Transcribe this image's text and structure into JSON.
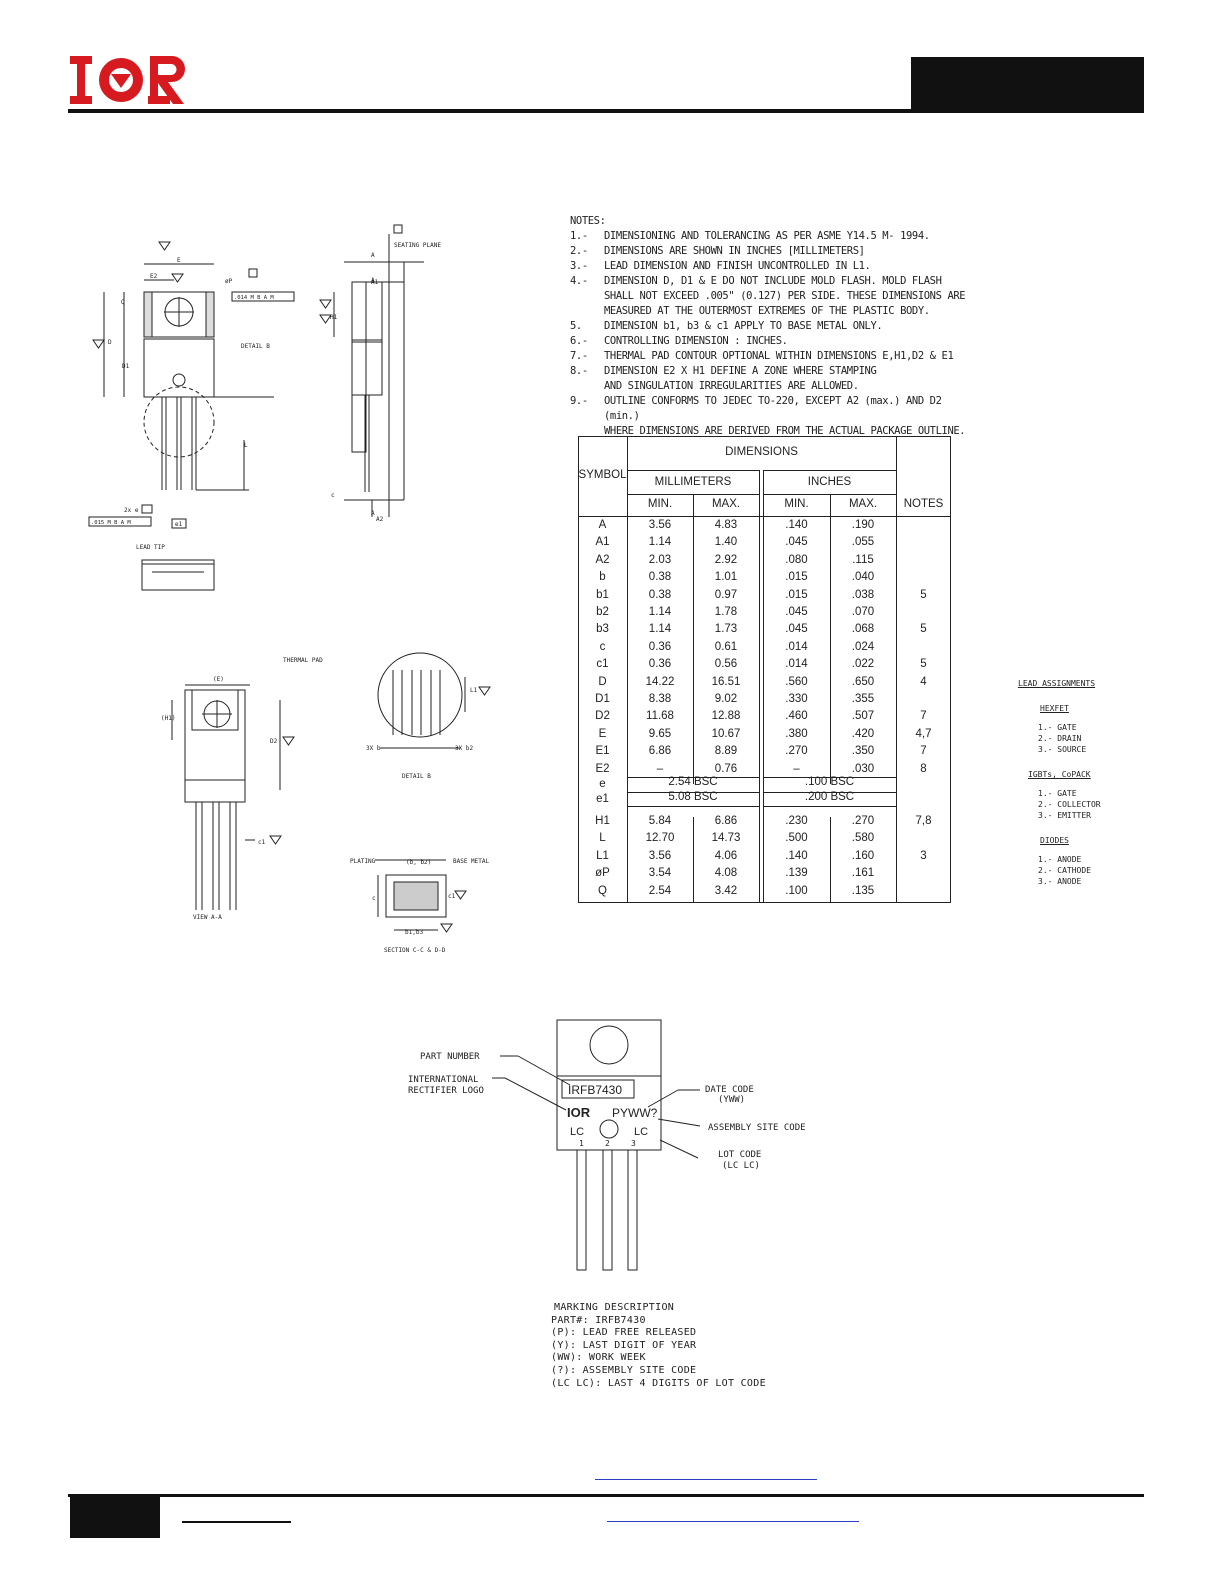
{
  "brand": {
    "logo_text": "IOR",
    "color": "#d71a1f"
  },
  "notes": {
    "title": "NOTES:",
    "items": [
      {
        "num": "1.-",
        "lines": [
          "DIMENSIONING AND TOLERANCING AS PER ASME Y14.5 M- 1994."
        ]
      },
      {
        "num": "2.-",
        "lines": [
          "DIMENSIONS ARE SHOWN IN INCHES [MILLIMETERS]"
        ]
      },
      {
        "num": "3.-",
        "lines": [
          "LEAD DIMENSION AND FINISH UNCONTROLLED IN L1."
        ]
      },
      {
        "num": "4.-",
        "lines": [
          "DIMENSION D, D1 & E DO NOT INCLUDE MOLD FLASH. MOLD FLASH",
          "SHALL NOT EXCEED .005\" (0.127) PER SIDE. THESE DIMENSIONS ARE",
          "MEASURED AT THE OUTERMOST EXTREMES OF THE PLASTIC BODY."
        ]
      },
      {
        "num": "5.",
        "lines": [
          "DIMENSION b1, b3 & c1 APPLY TO BASE METAL ONLY."
        ]
      },
      {
        "num": "6.-",
        "lines": [
          "CONTROLLING DIMENSION : INCHES."
        ]
      },
      {
        "num": "7.-",
        "lines": [
          "THERMAL PAD CONTOUR OPTIONAL WITHIN DIMENSIONS E,H1,D2 & E1"
        ]
      },
      {
        "num": "8.-",
        "lines": [
          "DIMENSION E2 X H1 DEFINE A ZONE WHERE STAMPING",
          "AND SINGULATION IRREGULARITIES ARE ALLOWED."
        ]
      },
      {
        "num": "9.-",
        "lines": [
          "OUTLINE CONFORMS TO JEDEC TO-220, EXCEPT A2 (max.) AND D2 (min.)",
          "WHERE DIMENSIONS ARE DERIVED FROM THE ACTUAL PACKAGE OUTLINE."
        ]
      }
    ]
  },
  "dim_table": {
    "headers": {
      "symbol": "SYMBOL",
      "dimensions": "DIMENSIONS",
      "mm": "MILLIMETERS",
      "inches": "INCHES",
      "min": "MIN.",
      "max": "MAX.",
      "notes": "NOTES"
    },
    "rows": [
      {
        "sym": "A",
        "mm_min": "3.56",
        "mm_max": "4.83",
        "in_min": ".140",
        "in_max": ".190",
        "note": ""
      },
      {
        "sym": "A1",
        "mm_min": "1.14",
        "mm_max": "1.40",
        "in_min": ".045",
        "in_max": ".055",
        "note": ""
      },
      {
        "sym": "A2",
        "mm_min": "2.03",
        "mm_max": "2.92",
        "in_min": ".080",
        "in_max": ".115",
        "note": ""
      },
      {
        "sym": "b",
        "mm_min": "0.38",
        "mm_max": "1.01",
        "in_min": ".015",
        "in_max": ".040",
        "note": ""
      },
      {
        "sym": "b1",
        "mm_min": "0.38",
        "mm_max": "0.97",
        "in_min": ".015",
        "in_max": ".038",
        "note": "5"
      },
      {
        "sym": "b2",
        "mm_min": "1.14",
        "mm_max": "1.78",
        "in_min": ".045",
        "in_max": ".070",
        "note": ""
      },
      {
        "sym": "b3",
        "mm_min": "1.14",
        "mm_max": "1.73",
        "in_min": ".045",
        "in_max": ".068",
        "note": "5"
      },
      {
        "sym": "c",
        "mm_min": "0.36",
        "mm_max": "0.61",
        "in_min": ".014",
        "in_max": ".024",
        "note": ""
      },
      {
        "sym": "c1",
        "mm_min": "0.36",
        "mm_max": "0.56",
        "in_min": ".014",
        "in_max": ".022",
        "note": "5"
      },
      {
        "sym": "D",
        "mm_min": "14.22",
        "mm_max": "16.51",
        "in_min": ".560",
        "in_max": ".650",
        "note": "4"
      },
      {
        "sym": "D1",
        "mm_min": "8.38",
        "mm_max": "9.02",
        "in_min": ".330",
        "in_max": ".355",
        "note": ""
      },
      {
        "sym": "D2",
        "mm_min": "11.68",
        "mm_max": "12.88",
        "in_min": ".460",
        "in_max": ".507",
        "note": "7"
      },
      {
        "sym": "E",
        "mm_min": "9.65",
        "mm_max": "10.67",
        "in_min": ".380",
        "in_max": ".420",
        "note": "4,7"
      },
      {
        "sym": "E1",
        "mm_min": "6.86",
        "mm_max": "8.89",
        "in_min": ".270",
        "in_max": ".350",
        "note": "7"
      },
      {
        "sym": "E2",
        "mm_min": "–",
        "mm_max": "0.76",
        "in_min": "–",
        "in_max": ".030",
        "note": "8"
      },
      {
        "sym": "e",
        "mm_bsc": "2.54  BSC",
        "in_bsc": ".100  BSC",
        "note": ""
      },
      {
        "sym": "e1",
        "mm_bsc": "5.08  BSC",
        "in_bsc": ".200  BSC",
        "note": ""
      },
      {
        "sym": "H1",
        "mm_min": "5.84",
        "mm_max": "6.86",
        "in_min": ".230",
        "in_max": ".270",
        "note": "7,8"
      },
      {
        "sym": "L",
        "mm_min": "12.70",
        "mm_max": "14.73",
        "in_min": ".500",
        "in_max": ".580",
        "note": ""
      },
      {
        "sym": "L1",
        "mm_min": "3.56",
        "mm_max": "4.06",
        "in_min": ".140",
        "in_max": ".160",
        "note": "3"
      },
      {
        "sym": "øP",
        "mm_min": "3.54",
        "mm_max": "4.08",
        "in_min": ".139",
        "in_max": ".161",
        "note": ""
      },
      {
        "sym": "Q",
        "mm_min": "2.54",
        "mm_max": "3.42",
        "in_min": ".100",
        "in_max": ".135",
        "note": ""
      }
    ]
  },
  "lead_assignments": {
    "title": "LEAD ASSIGNMENTS",
    "groups": [
      {
        "title": "HEXFET",
        "items": [
          "1.- GATE",
          "2.- DRAIN",
          "3.- SOURCE"
        ]
      },
      {
        "title": "IGBTs, CoPACK",
        "items": [
          "1.- GATE",
          "2.- COLLECTOR",
          "3.- EMITTER"
        ]
      },
      {
        "title": "DIODES",
        "items": [
          "1.- ANODE",
          "2.- CATHODE",
          "3.- ANODE"
        ]
      }
    ]
  },
  "drawing_labels": {
    "seating_plane": "SEATING PLANE",
    "detail_b": "DETAIL B",
    "lead_tip": "LEAD TIP",
    "thermal_pad": "THERMAL PAD",
    "view_aa": "VIEW A-A",
    "plating": "PLATING",
    "base_metal": "BASE METAL",
    "section": "SECTION C-C & D-D",
    "tol_1": ".014 M B A M",
    "tol_2": ".015 M B A M",
    "dim_e_label": "(E)",
    "dim_h1_label": "(H1)",
    "dim_3xb": "3X b",
    "dim_3xb2": "3X b2",
    "dim_b1b3": "b1,b3",
    "dim_bb2": "(b, b2)",
    "dim_2xe": "2x e",
    "dim_e1": "e1"
  },
  "marking": {
    "part_number_label": "PART NUMBER",
    "logo_label_1": "INTERNATIONAL",
    "logo_label_2": "RECTIFIER LOGO",
    "date_code_label_1": "DATE CODE",
    "date_code_label_2": "(YWW)",
    "assembly_label": "ASSEMBLY SITE CODE",
    "lot_label_1": "LOT CODE",
    "lot_label_2": "(LC LC)",
    "part_text": "IRFB7430",
    "logo_text": "IOR",
    "date_text": "PYWW?",
    "lc_left": "LC",
    "lc_right": "LC",
    "pins": [
      "1",
      "2",
      "3"
    ]
  },
  "marking_description": [
    "MARKING DESCRIPTION",
    "PART#: IRFB7430",
    "(P): LEAD FREE RELEASED",
    "(Y): LAST DIGIT OF YEAR",
    "(WW): WORK WEEK",
    "(?): ASSEMBLY SITE CODE",
    "(LC LC): LAST 4 DIGITS OF LOT CODE"
  ]
}
